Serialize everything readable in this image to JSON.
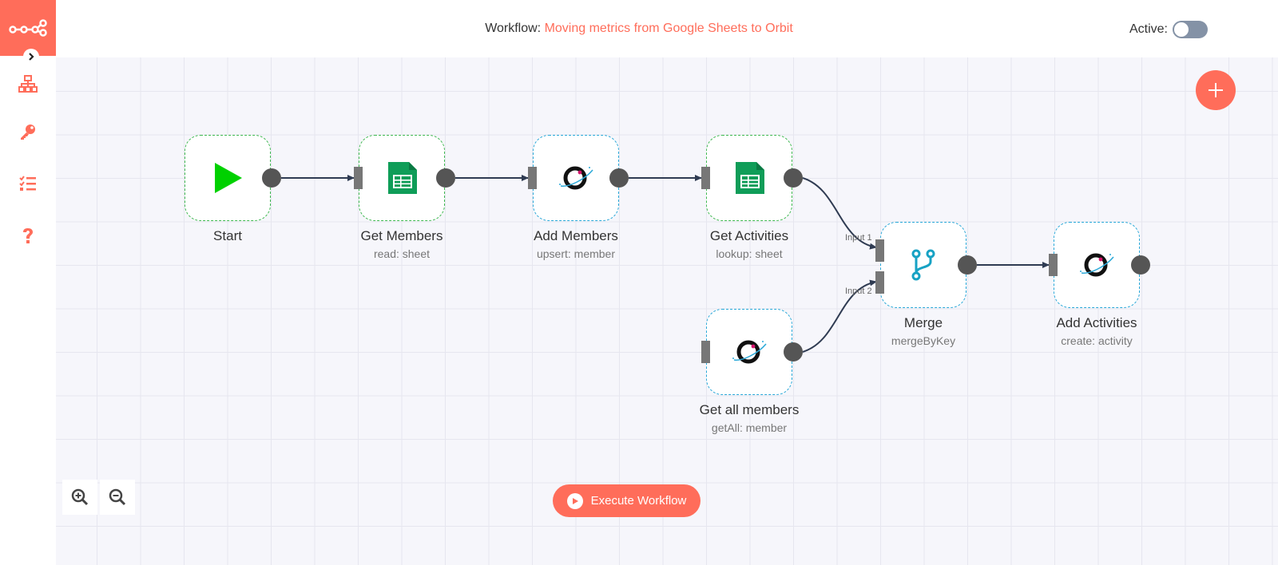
{
  "header": {
    "workflow_label": "Workflow:",
    "workflow_name": "Moving metrics from Google Sheets to Orbit",
    "active_label": "Active:",
    "active": false
  },
  "sidebar": {
    "items": [
      {
        "icon": "network-icon"
      },
      {
        "icon": "key-icon"
      },
      {
        "icon": "checklist-icon"
      },
      {
        "icon": "help-icon"
      }
    ]
  },
  "nodes": [
    {
      "id": "start",
      "label": "Start",
      "sub": "",
      "icon": "play-icon"
    },
    {
      "id": "get-members",
      "label": "Get Members",
      "sub": "read: sheet",
      "icon": "google-sheets-icon"
    },
    {
      "id": "add-members",
      "label": "Add Members",
      "sub": "upsert: member",
      "icon": "orbit-icon"
    },
    {
      "id": "get-activities",
      "label": "Get Activities",
      "sub": "lookup: sheet",
      "icon": "google-sheets-icon"
    },
    {
      "id": "get-all-members",
      "label": "Get all members",
      "sub": "getAll: member",
      "icon": "orbit-icon"
    },
    {
      "id": "merge",
      "label": "Merge",
      "sub": "mergeByKey",
      "icon": "merge-icon"
    },
    {
      "id": "add-activities",
      "label": "Add Activities",
      "sub": "create: activity",
      "icon": "orbit-icon"
    }
  ],
  "merge_inputs": [
    "Input 1",
    "Input 2"
  ],
  "controls": {
    "execute_label": "Execute Workflow",
    "zoom_in": "zoom-in-icon",
    "zoom_out": "zoom-out-icon",
    "add": "plus-icon"
  },
  "colors": {
    "accent": "#ff6d5a",
    "sheets_green": "#0f9d58",
    "merge_teal": "#17a2c4",
    "trigger_green": "#00d100"
  }
}
